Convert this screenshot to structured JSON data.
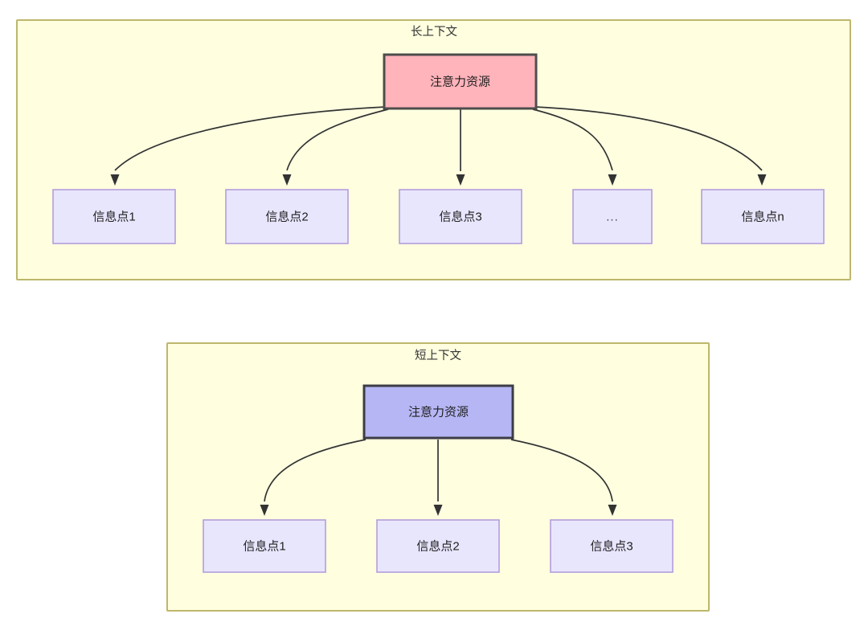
{
  "diagram": {
    "type": "node-link-diagram",
    "background_color": "#ffffff",
    "palette": {
      "group_fill": "#ffffe0",
      "group_stroke": "#bdb76b",
      "root_long_fill": "#ffb3ba",
      "root_long_stroke": "#4d4d4d",
      "root_short_fill": "#b6b6f5",
      "root_short_stroke": "#3c3c46",
      "leaf_fill": "#e8e6fd",
      "leaf_stroke": "#b39ddb",
      "edge_color": "#333333",
      "text_color": "#1f1f1f"
    },
    "groups": [
      {
        "id": "long-context",
        "title": "长上下文",
        "root": {
          "label": "注意力资源"
        },
        "leaves": [
          {
            "label": "信息点1"
          },
          {
            "label": "信息点2"
          },
          {
            "label": "信息点3"
          },
          {
            "label": "..."
          },
          {
            "label": "信息点n"
          }
        ]
      },
      {
        "id": "short-context",
        "title": "短上下文",
        "root": {
          "label": "注意力资源"
        },
        "leaves": [
          {
            "label": "信息点1"
          },
          {
            "label": "信息点2"
          },
          {
            "label": "信息点3"
          }
        ]
      }
    ]
  }
}
